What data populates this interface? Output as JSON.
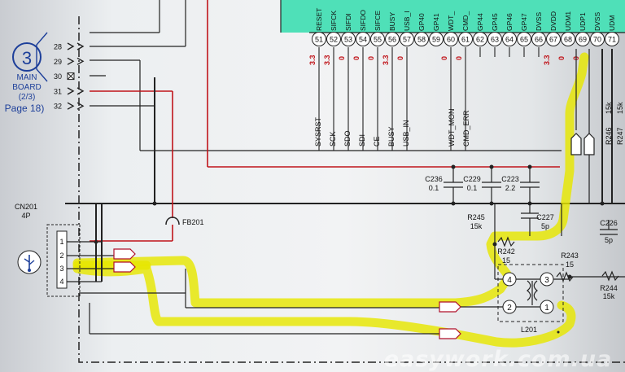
{
  "ref": {
    "number": "3",
    "line1": "MAIN",
    "line2": "BOARD",
    "line3": "(2/3)",
    "page": "Page 18)"
  },
  "connector_pins": [
    "28",
    "29",
    "30",
    "31",
    "32"
  ],
  "chip_signals": [
    "RESET",
    "SIFCK",
    "SIFDI",
    "SIFDO",
    "SIFCE",
    "BUSY",
    "USB_I",
    "GP40",
    "GP41",
    "WDT_",
    "CMD_",
    "GP44",
    "GP45",
    "GP46",
    "GP47",
    "DVSS",
    "DVDD",
    "UDM1",
    "UDP1",
    "DVSS",
    "UDM"
  ],
  "chip_pins": [
    "51",
    "52",
    "53",
    "54",
    "55",
    "56",
    "57",
    "58",
    "59",
    "60",
    "61",
    "62",
    "63",
    "64",
    "65",
    "66",
    "67",
    "68",
    "69",
    "70",
    "71"
  ],
  "voltages": [
    {
      "pin": "51",
      "value": "3.3"
    },
    {
      "pin": "52",
      "value": "3.3"
    },
    {
      "pin": "53",
      "value": "0"
    },
    {
      "pin": "54",
      "value": "0"
    },
    {
      "pin": "55",
      "value": "0"
    },
    {
      "pin": "56",
      "value": "3.3"
    },
    {
      "pin": "57",
      "value": "0"
    },
    {
      "pin": "60",
      "value": "0"
    },
    {
      "pin": "61",
      "value": "0"
    },
    {
      "pin": "67",
      "value": "3.3"
    },
    {
      "pin": "68",
      "value": "0"
    },
    {
      "pin": "69",
      "value": "0"
    }
  ],
  "net_labels": [
    "SYSRST",
    "SCK",
    "SDO",
    "SDI",
    "CE",
    "BUSY",
    "USB_IN",
    "WDT_MON",
    "CMD_ERR"
  ],
  "components": {
    "c236": {
      "ref": "C236",
      "value": "0.1"
    },
    "c229": {
      "ref": "C229",
      "value": "0.1"
    },
    "c223": {
      "ref": "C223",
      "value": "2.2"
    },
    "c227": {
      "ref": "C227",
      "value": "5p"
    },
    "c226": {
      "ref": "C226",
      "value": "5p"
    },
    "r245": {
      "ref": "R245",
      "value": "15k"
    },
    "r242": {
      "ref": "R242",
      "value": "15"
    },
    "r243": {
      "ref": "R243",
      "value": "15"
    },
    "r244": {
      "ref": "R244",
      "value": "15k"
    },
    "r246": {
      "ref": "R246",
      "value": "15k"
    },
    "r247": {
      "ref": "R247",
      "value": "15k"
    },
    "fb201": {
      "ref": "FB201"
    },
    "l201": {
      "ref": "L201",
      "pins": [
        "4",
        "3",
        "2",
        "1"
      ]
    },
    "cn201": {
      "ref": "CN201",
      "value": "4P",
      "pins": [
        "1",
        "2",
        "3",
        "4"
      ]
    }
  },
  "watermark": "easywork.com.ua",
  "colors": {
    "chip": "#4fe0b8",
    "highlight": "#e6e600",
    "power_line": "#c0141a",
    "ref_circle": "#1d3f9a"
  }
}
